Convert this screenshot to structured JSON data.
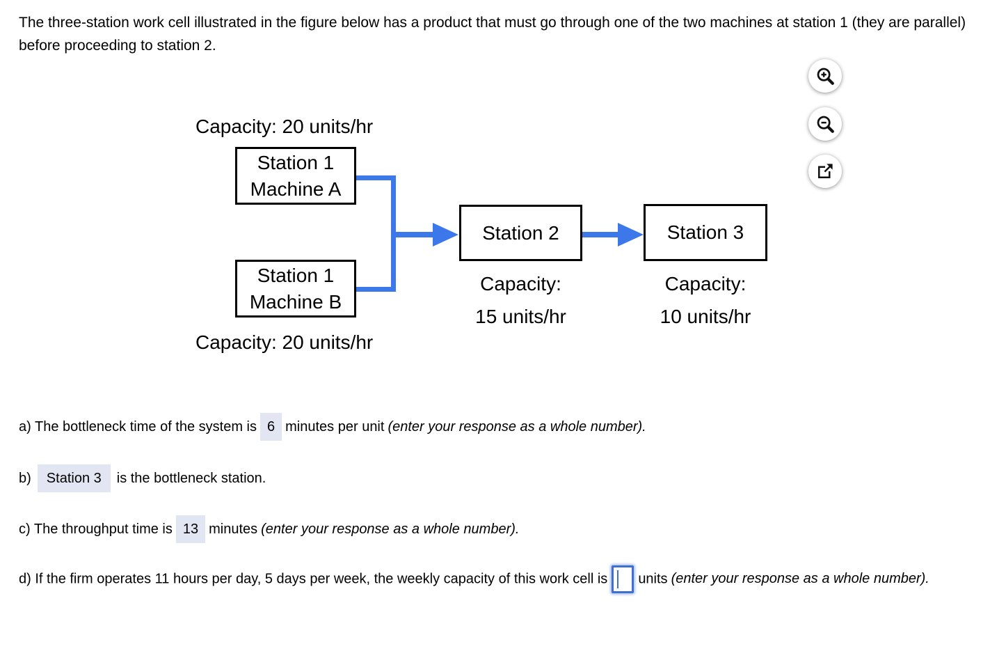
{
  "intro": "The three-station work cell illustrated in the figure below has a product that must go through one of the two machines at station 1 (they are parallel) before proceeding to station 2.",
  "figure": {
    "capacity_top": "Capacity: 20 units/hr",
    "capacity_bottom": "Capacity: 20 units/hr",
    "box_a_line1": "Station 1",
    "box_a_line2": "Machine A",
    "box_b_line1": "Station 1",
    "box_b_line2": "Machine B",
    "station2_label": "Station 2",
    "station2_cap1": "Capacity:",
    "station2_cap2": "15 units/hr",
    "station3_label": "Station 3",
    "station3_cap1": "Capacity:",
    "station3_cap2": "10 units/hr"
  },
  "toolbar": {
    "zoom_in_icon": "magnifier-plus",
    "zoom_out_icon": "magnifier-minus",
    "open_external_icon": "open-in-new-window"
  },
  "questions": {
    "a_prefix": "a) The bottleneck time of the system is",
    "a_answer": "6",
    "a_mid": "minutes per unit",
    "a_note": "(enter your response as a whole number).",
    "b_prefix": "b)",
    "b_answer": "Station 3",
    "b_suffix": "is the bottleneck station.",
    "c_prefix": "c) The throughput time is",
    "c_answer": "13",
    "c_mid": "minutes",
    "c_note": "(enter your response as a whole number).",
    "d_prefix": "d) If the firm operates 11 hours per day, 5 days per week, the weekly capacity of this work cell is",
    "d_input_value": "",
    "d_mid": "units",
    "d_note": "(enter your response as a whole number)."
  },
  "colors": {
    "arrow_blue": "#3c78ea",
    "highlight_bg": "#e2e6f3",
    "input_border": "#3f6fd1"
  }
}
